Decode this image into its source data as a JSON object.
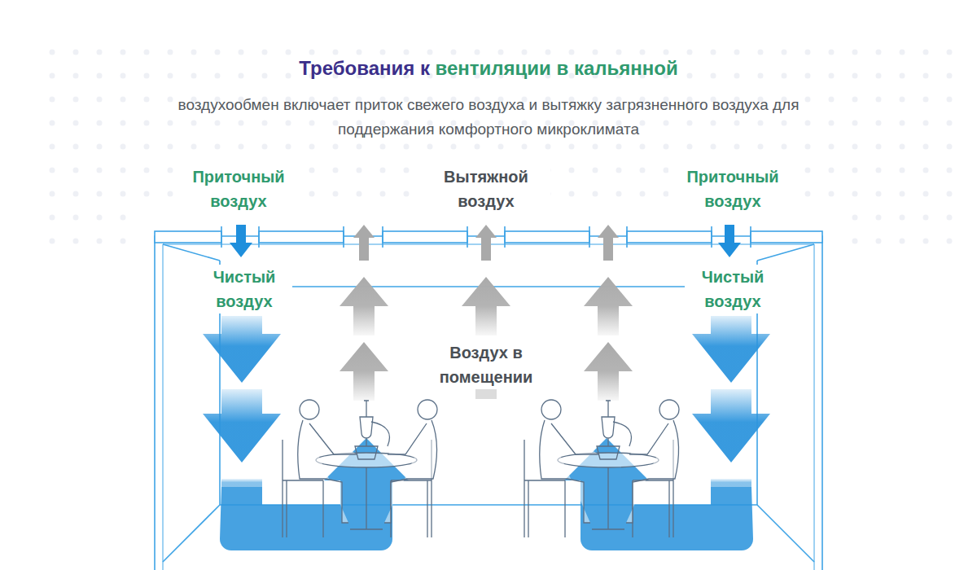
{
  "diagram": {
    "title": "Требования к вентиляции в кальянной",
    "caption": "воздухообмен включает приток свежего воздуха и вытяжку загрязненного воздуха для поддержания комфортного микроклимата",
    "labels": [
      "Приточный воздух",
      "Вытяжной воздух",
      "Приточный воздух",
      "Чистый воздух",
      "Чистый воздух",
      "Воздух в помещении"
    ]
  }
}
